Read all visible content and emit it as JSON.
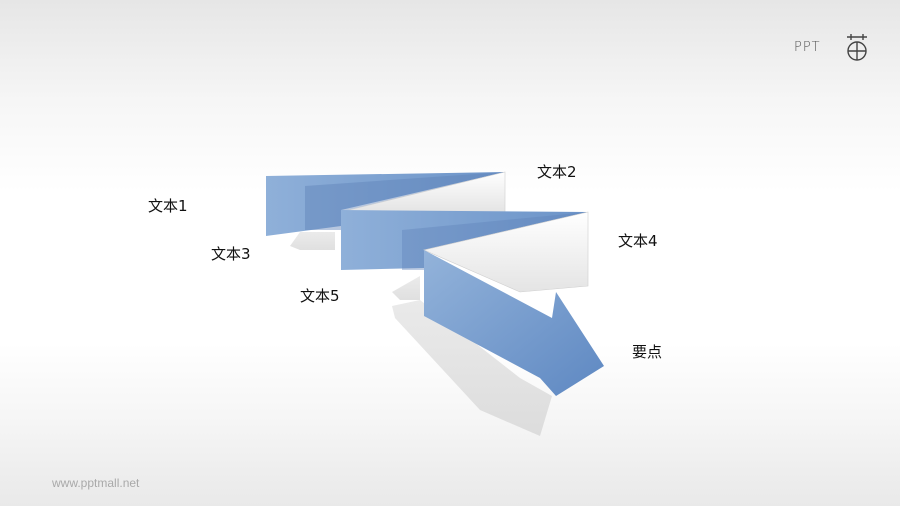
{
  "logo": {
    "text": "PPT",
    "icon": "ppt-mall-logo-icon"
  },
  "diagram": {
    "labels": {
      "text1": "文本1",
      "text2": "文本2",
      "text3": "文本3",
      "text4": "文本4",
      "text5": "文本5",
      "key_point": "要点"
    },
    "colors": {
      "ribbon_blue": "#7ea2cf",
      "ribbon_blue_dark": "#5f87bf",
      "fold_white": "#f5f5f5",
      "shadow": "#e3e3e3"
    }
  },
  "footer": {
    "url": "www.pptmall.net"
  }
}
